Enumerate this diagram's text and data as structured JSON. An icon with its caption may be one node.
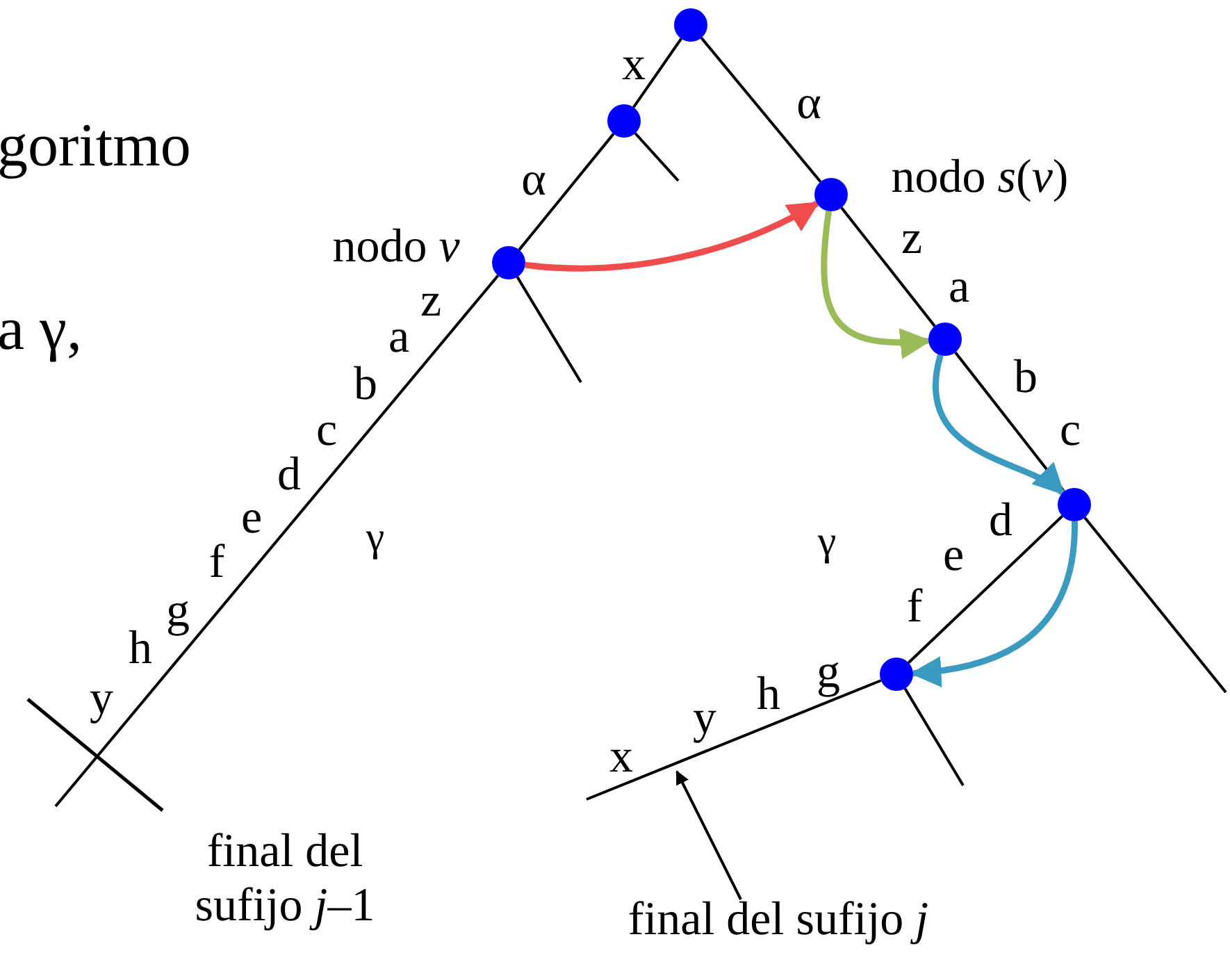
{
  "diagram": {
    "nodes": [
      {
        "text": [],
        "shape": "circle"
      },
      {
        "text": [],
        "shape": "circle"
      },
      {
        "text": [],
        "shape": "circle",
        "beside": [
          "nodo *v*"
        ]
      },
      {
        "text": [],
        "shape": "circle",
        "beside": [
          "nodo *s*(*v*)"
        ]
      },
      {
        "text": [],
        "shape": "circle"
      },
      {
        "text": [],
        "shape": "circle"
      },
      {
        "text": [],
        "shape": "circle"
      },
      {
        "text": [
          "final del sufijo *j*"
        ]
      }
    ],
    "edges": [
      {
        "from": 0,
        "to": 1,
        "arrow": "none",
        "label": "x"
      },
      {
        "from": 1,
        "to": 2,
        "arrow": "none",
        "label": "α"
      },
      {
        "from": 1,
        "to": null,
        "arrow": "none"
      },
      {
        "from": 2,
        "to": null,
        "arrow": "none"
      },
      {
        "from": 2,
        "to": null,
        "arrow": "none"
      },
      {
        "from": 0,
        "to": 3,
        "arrow": "none",
        "label": "α"
      },
      {
        "from": 3,
        "to": 4,
        "arrow": "none"
      },
      {
        "from": 4,
        "to": 5,
        "arrow": "none"
      },
      {
        "from": 5,
        "to": null,
        "arrow": "none"
      },
      {
        "from": 5,
        "to": 6,
        "arrow": "none"
      },
      {
        "from": 6,
        "to": null,
        "arrow": "none"
      },
      {
        "from": 6,
        "to": null,
        "arrow": "none"
      },
      {
        "from": 2,
        "to": 3,
        "arrow": "to",
        "style": "thick",
        "color": "#ef4d4d"
      },
      {
        "from": 3,
        "to": 4,
        "arrow": "to",
        "style": "thick",
        "color": "#9bbb59"
      },
      {
        "from": 4,
        "to": 5,
        "arrow": "to",
        "style": "thick",
        "color": "#3a9abf"
      },
      {
        "from": 5,
        "to": 6,
        "arrow": "to",
        "style": "thick",
        "color": "#3a9abf"
      },
      {
        "from": 7,
        "to": null,
        "arrow": "to"
      }
    ],
    "labels": [
      "goritmo",
      "a γ,",
      "z",
      "a",
      "b",
      "c",
      "d",
      "e",
      "f",
      "g",
      "h",
      "y",
      "γ",
      "z",
      "a",
      "b",
      "c",
      "γ",
      "d",
      "e",
      "f",
      "g",
      "h",
      "y",
      "x",
      "final del sufijo *j*–1"
    ]
  }
}
